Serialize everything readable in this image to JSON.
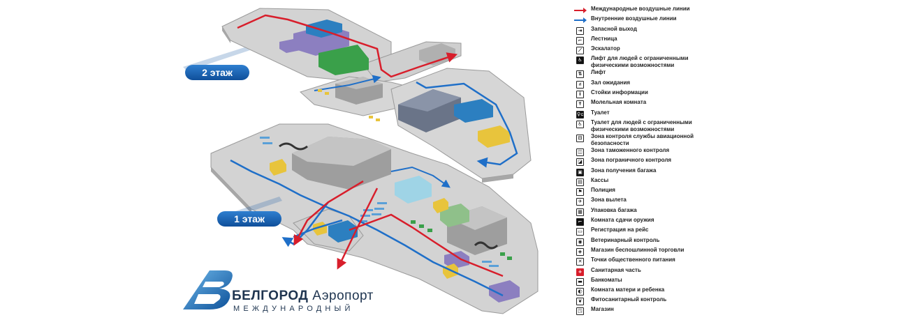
{
  "floors": {
    "second": "2 этаж",
    "first": "1 этаж"
  },
  "logo": {
    "city": "БЕЛГОРОД",
    "word": "Аэропорт",
    "sub": "МЕЖДУНАРОДНЫЙ"
  },
  "legend": [
    {
      "icon": "red-arrow-icon",
      "glyph": "",
      "label": "Международные воздушные линии"
    },
    {
      "icon": "blue-arrow-icon",
      "glyph": "",
      "label": "Внутренние воздушные линии"
    },
    {
      "icon": "emergency-exit-icon",
      "glyph": "⇥",
      "label": "Запасной выход"
    },
    {
      "icon": "stairs-icon",
      "glyph": "⌐",
      "label": "Лестница"
    },
    {
      "icon": "escalator-icon",
      "glyph": "⟋",
      "label": "Эскалатор"
    },
    {
      "icon": "accessible-lift-icon",
      "glyph": "♿",
      "label": "Лифт для людей с ограниченными физическими возможностями"
    },
    {
      "icon": "lift-icon",
      "glyph": "⇅",
      "label": "Лифт"
    },
    {
      "icon": "waiting-hall-icon",
      "glyph": "⑁",
      "label": "Зал ожидания"
    },
    {
      "icon": "information-icon",
      "glyph": "i",
      "label": "Стойки информации"
    },
    {
      "icon": "prayer-room-icon",
      "glyph": "✝",
      "label": "Молельная комната"
    },
    {
      "icon": "toilet-icon",
      "glyph": "♀♂",
      "label": "Туалет"
    },
    {
      "icon": "accessible-toilet-icon",
      "glyph": "♿",
      "label": "Туалет для людей с ограниченными физическими возможностями"
    },
    {
      "icon": "security-control-icon",
      "glyph": "⊟",
      "label": "Зона контроля службы авиационной безопасности"
    },
    {
      "icon": "customs-icon",
      "glyph": "◫",
      "label": "Зона таможенного контроля"
    },
    {
      "icon": "border-control-icon",
      "glyph": "◪",
      "label": "Зона пограничного контроля"
    },
    {
      "icon": "baggage-claim-icon",
      "glyph": "▣",
      "label": "Зона получения багажа"
    },
    {
      "icon": "ticket-office-icon",
      "glyph": "▤",
      "label": "Кассы"
    },
    {
      "icon": "police-icon",
      "glyph": "⚑",
      "label": "Полиция"
    },
    {
      "icon": "departure-icon",
      "glyph": "✈",
      "label": "Зона вылета"
    },
    {
      "icon": "baggage-wrap-icon",
      "glyph": "▦",
      "label": "Упаковка багажа"
    },
    {
      "icon": "weapon-storage-icon",
      "glyph": "⌐",
      "label": "Комната сдачи оружия"
    },
    {
      "icon": "check-in-icon",
      "glyph": "▭",
      "label": "Регистрация на рейс"
    },
    {
      "icon": "veterinary-icon",
      "glyph": "◉",
      "label": "Ветеринарный контроль"
    },
    {
      "icon": "duty-free-icon",
      "glyph": "◈",
      "label": "Магазин беспошлинной торговли"
    },
    {
      "icon": "food-icon",
      "glyph": "✕",
      "label": "Точки общественного питания"
    },
    {
      "icon": "medical-icon",
      "glyph": "+",
      "label": "Санитарная часть"
    },
    {
      "icon": "atm-icon",
      "glyph": "▬",
      "label": "Банкоматы"
    },
    {
      "icon": "mother-child-room-icon",
      "glyph": "◐",
      "label": "Комната матери и ребенка"
    },
    {
      "icon": "phytosanitary-icon",
      "glyph": "❦",
      "label": "Фитосанитарный контроль"
    },
    {
      "icon": "shop-icon",
      "glyph": "◳",
      "label": "Магазин"
    }
  ]
}
